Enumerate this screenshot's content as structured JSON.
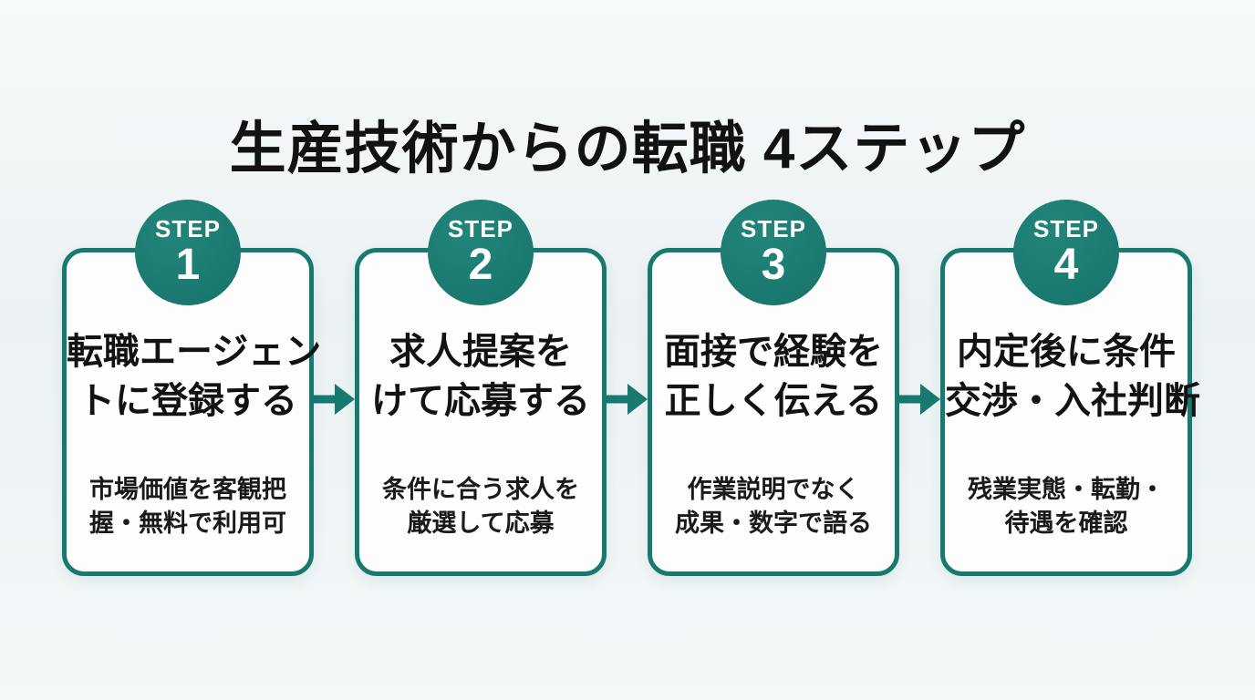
{
  "title": "生産技術からの転職 4ステップ",
  "colors": {
    "teal_accent": "#17796F",
    "badge_teal": "#1E7D73",
    "background": "#EDF2F4",
    "card_background": "#FDFDFD",
    "text": "#121212"
  },
  "steps": [
    {
      "badge_label": "STEP",
      "number": "1",
      "heading_line1": "転職エージェン",
      "heading_line2": "トに登録する",
      "desc_line1": "市場価値を客観把",
      "desc_line2": "握・無料で利用可"
    },
    {
      "badge_label": "STEP",
      "number": "2",
      "heading_line1": "求人提案を",
      "heading_line2": "けて応募する",
      "desc_line1": "条件に合う求人を",
      "desc_line2": "厳選して応募"
    },
    {
      "badge_label": "STEP",
      "number": "3",
      "heading_line1": "面接で経験を",
      "heading_line2": "正しく伝える",
      "desc_line1": "作業説明でなく",
      "desc_line2": "成果・数字で語る"
    },
    {
      "badge_label": "STEP",
      "number": "4",
      "heading_line1": "内定後に条件",
      "heading_line2": "交渉・入社判断",
      "desc_line1": "残業実態・転勤・",
      "desc_line2": "待遇を確認"
    }
  ],
  "arrow": {
    "icon": "right-arrow"
  }
}
